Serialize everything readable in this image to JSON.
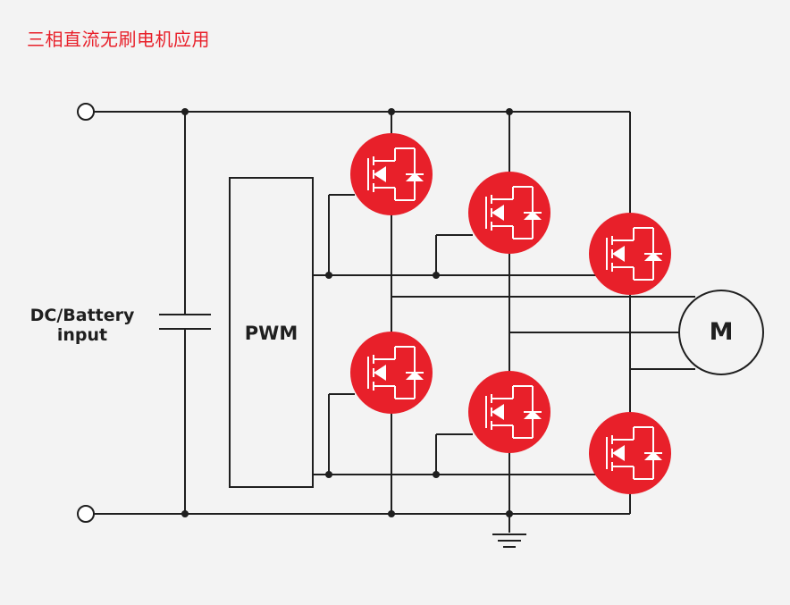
{
  "title": "三相直流无刷电机应用",
  "input_label": {
    "line1": "DC/Battery",
    "line2": "input"
  },
  "pwm_label": "PWM",
  "motor_label": "M",
  "colors": {
    "accent": "#e8202a",
    "line": "#1f1f1f",
    "background": "#f3f3f3"
  }
}
